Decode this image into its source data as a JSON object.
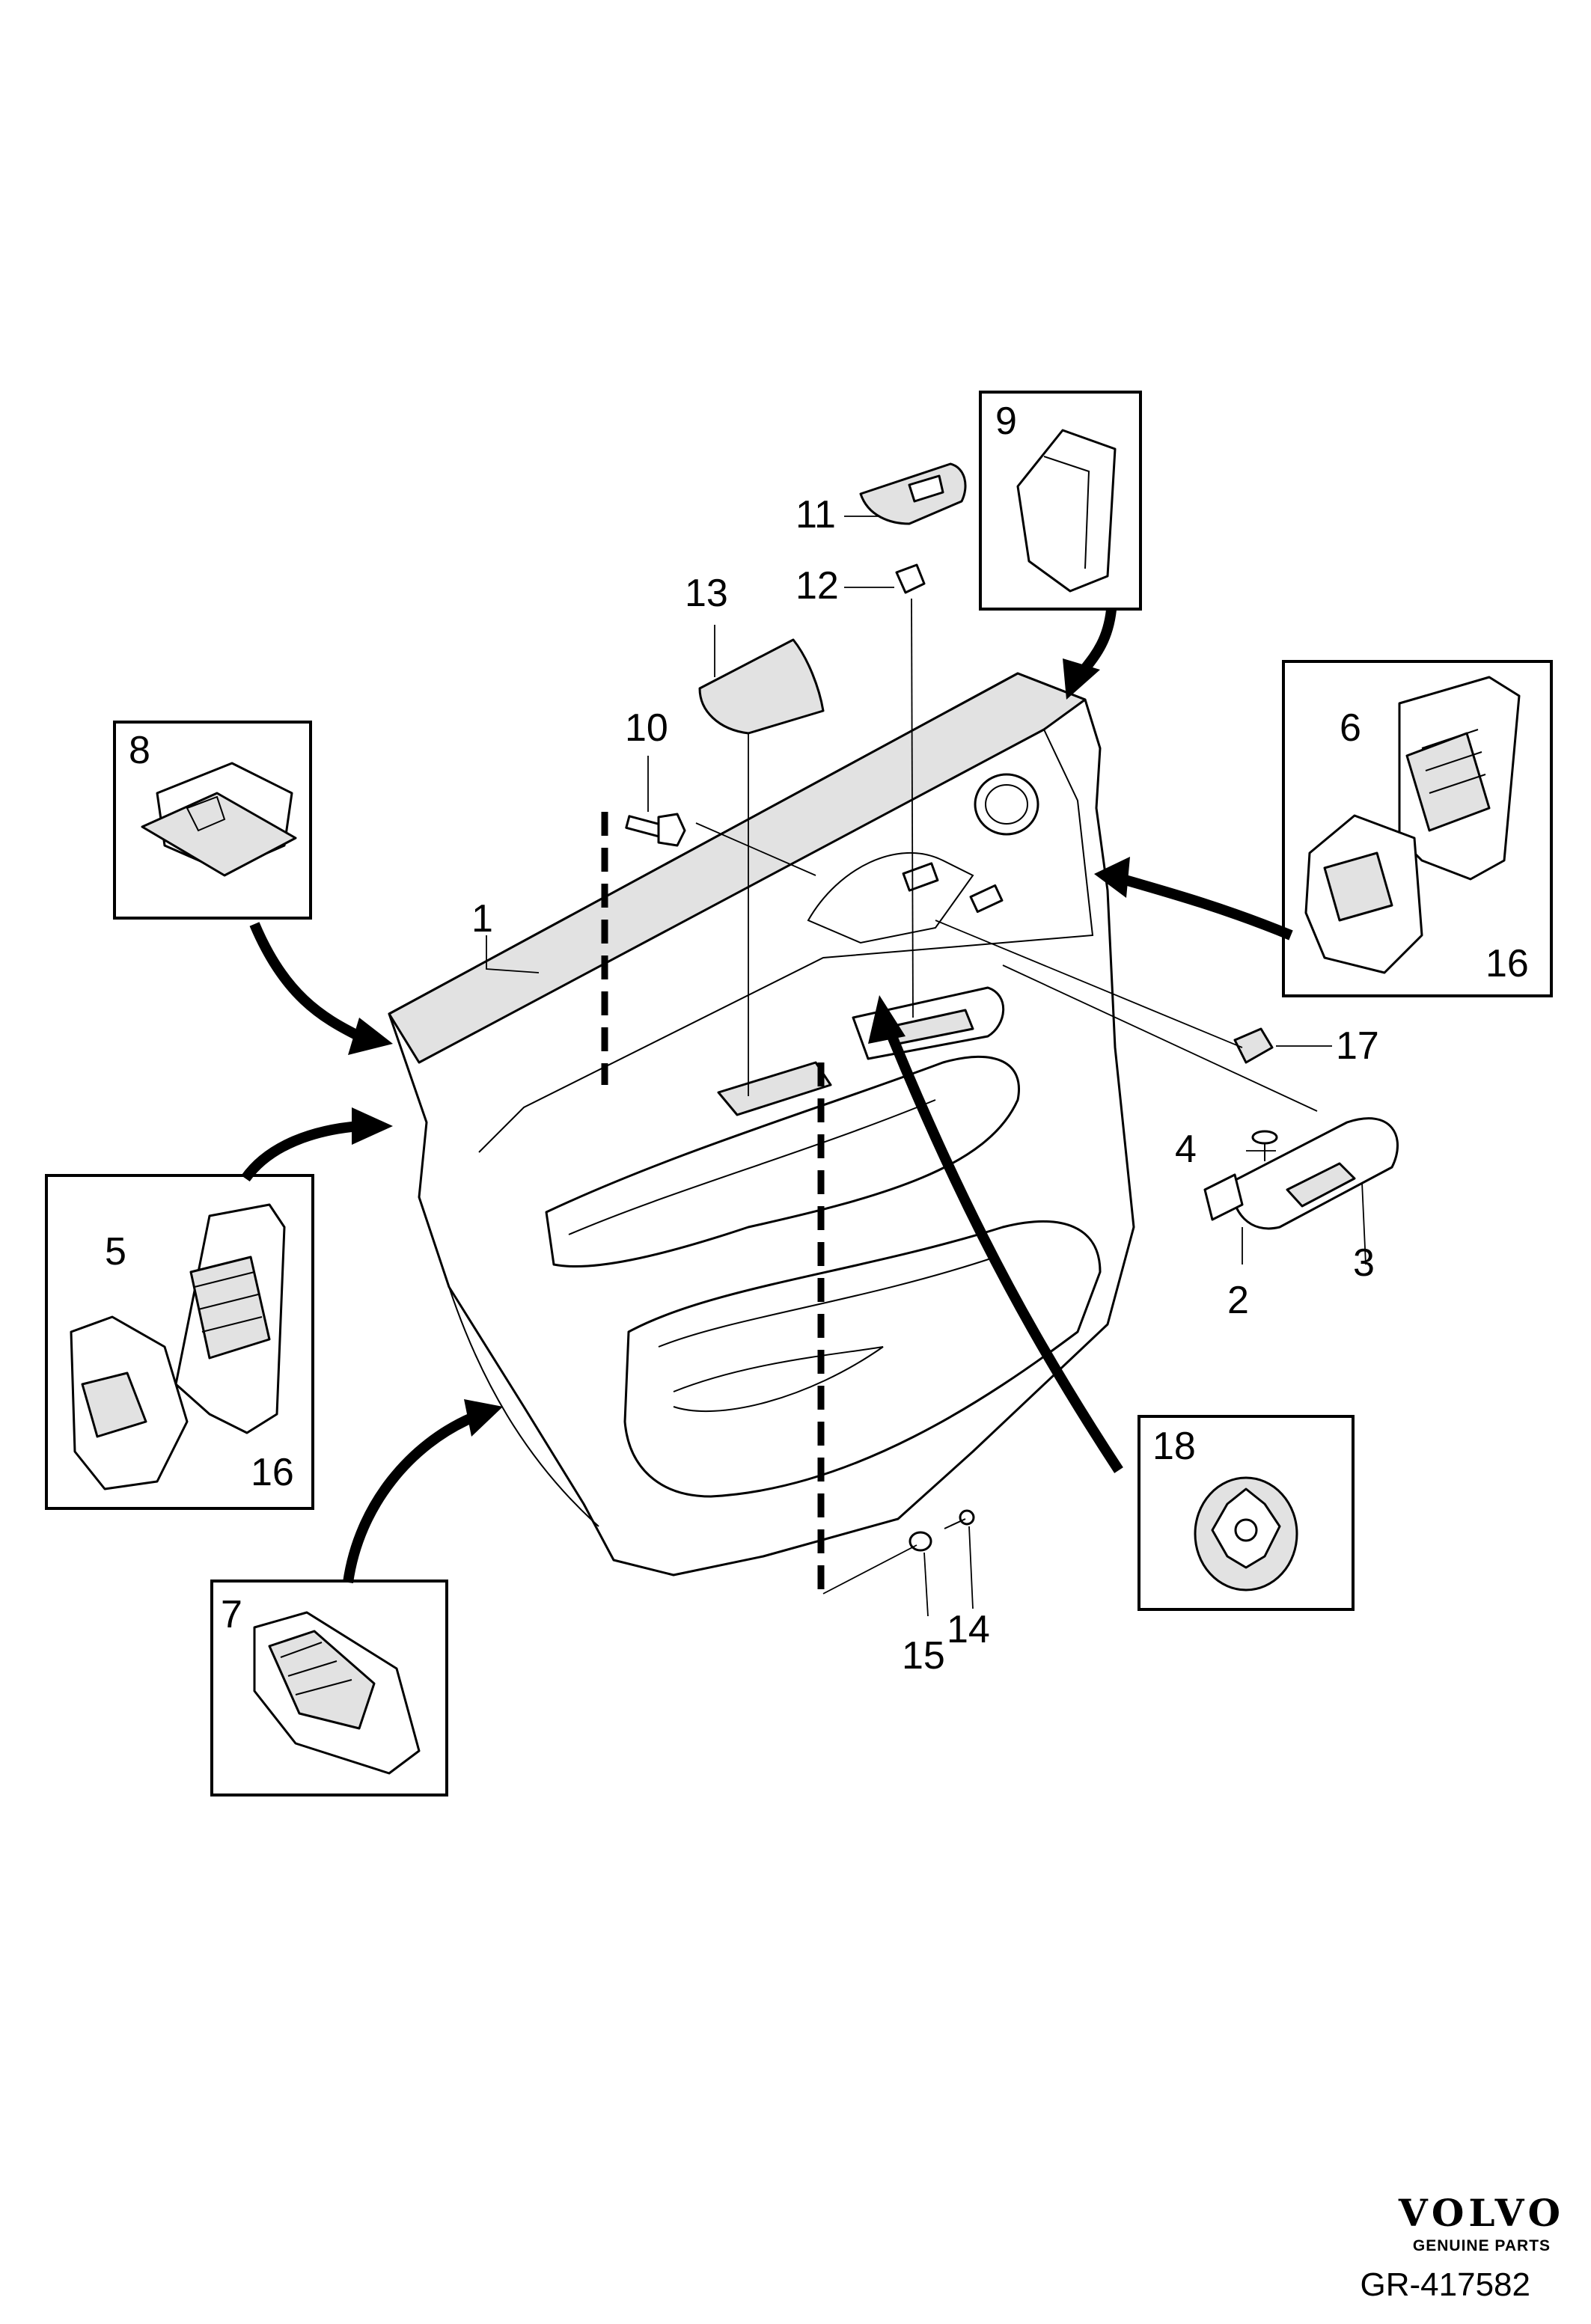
{
  "callouts": [
    {
      "id": "1",
      "text": "1"
    },
    {
      "id": "2",
      "text": "2"
    },
    {
      "id": "3",
      "text": "3"
    },
    {
      "id": "4",
      "text": "4"
    },
    {
      "id": "5",
      "text": "5"
    },
    {
      "id": "6",
      "text": "6"
    },
    {
      "id": "7",
      "text": "7"
    },
    {
      "id": "8",
      "text": "8"
    },
    {
      "id": "9",
      "text": "9"
    },
    {
      "id": "10",
      "text": "10"
    },
    {
      "id": "11",
      "text": "11"
    },
    {
      "id": "12",
      "text": "12"
    },
    {
      "id": "13",
      "text": "13"
    },
    {
      "id": "14",
      "text": "14"
    },
    {
      "id": "15",
      "text": "15"
    },
    {
      "id": "16a",
      "text": "16"
    },
    {
      "id": "16b",
      "text": "16"
    },
    {
      "id": "17",
      "text": "17"
    },
    {
      "id": "18",
      "text": "18"
    }
  ],
  "branding": {
    "brand": "VOLVO",
    "tagline": "GENUINE PARTS",
    "reference": "GR-417582"
  }
}
